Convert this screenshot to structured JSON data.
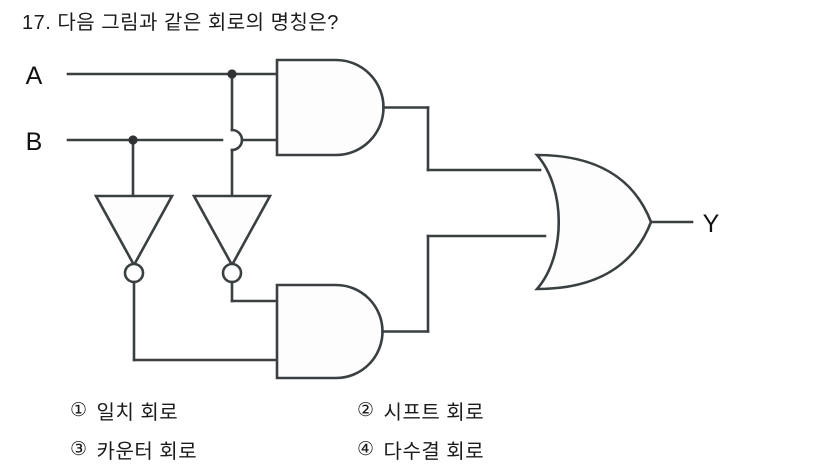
{
  "question": {
    "number": "17.",
    "text": "17. 다음 그림과 같은 회로의 명칭은?"
  },
  "circuit": {
    "inputs": [
      {
        "label": "A"
      },
      {
        "label": "B"
      }
    ],
    "output": {
      "label": "Y"
    },
    "gates": [
      {
        "name": "and-gate-top",
        "type": "AND"
      },
      {
        "name": "and-gate-bottom",
        "type": "AND"
      },
      {
        "name": "or-gate",
        "type": "OR"
      },
      {
        "name": "inverter-left",
        "type": "NOT"
      },
      {
        "name": "inverter-right",
        "type": "NOT"
      }
    ]
  },
  "answers": [
    {
      "marker": "①",
      "text": "일치 회로"
    },
    {
      "marker": "②",
      "text": "시프트 회로"
    },
    {
      "marker": "③",
      "text": "카운터 회로"
    },
    {
      "marker": "④",
      "text": "다수결 회로"
    }
  ],
  "colors": {
    "ink": "#1b1b1b",
    "wire": "#3a3f41",
    "background": "#ffffff"
  }
}
